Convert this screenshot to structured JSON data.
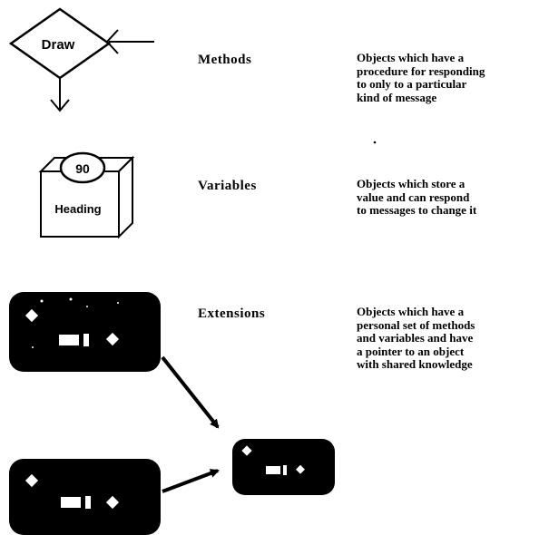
{
  "methods": {
    "icon_label": "Draw",
    "term": "Methods",
    "description_lines": [
      "Objects which have a",
      "procedure for responding",
      "to only to a particular",
      "kind of message"
    ]
  },
  "variables": {
    "icon_value": "90",
    "icon_label": "Heading",
    "term": "Variables",
    "description_lines": [
      "Objects which store a",
      "value and can respond",
      "to messages to change it"
    ]
  },
  "extensions": {
    "term": "Extensions",
    "description_lines": [
      "Objects which have a",
      "personal set of methods",
      "and variables and have",
      "a pointer to an object",
      "with shared knowledge"
    ]
  },
  "icons": [
    "draw-method-diamond-icon",
    "heading-variable-box-icon",
    "extension-object-icon",
    "arrow-icon"
  ],
  "colors": {
    "ink": "#000000",
    "paper": "#ffffff"
  }
}
